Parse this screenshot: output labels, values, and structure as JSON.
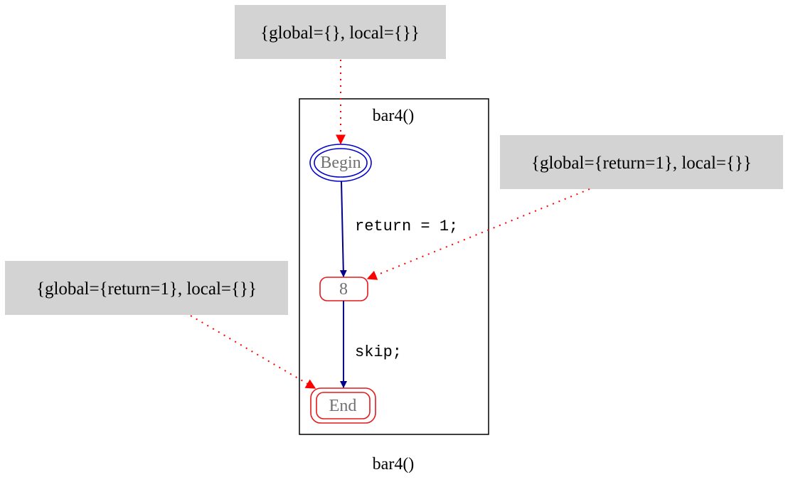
{
  "cluster": {
    "title": "bar4()"
  },
  "graph": {
    "label": "bar4()"
  },
  "nodes": {
    "begin": {
      "label": "Begin"
    },
    "n8": {
      "label": "8"
    },
    "end": {
      "label": "End"
    }
  },
  "edges": {
    "begin_to_8": {
      "label": "return = 1;"
    },
    "n8_to_end": {
      "label": "skip;"
    }
  },
  "annotations": {
    "begin_state": {
      "text": "{global={}, local={}}"
    },
    "n8_state": {
      "text": "{global={return=1}, local={}}"
    },
    "end_state": {
      "text": "{global={return=1}, local={}}"
    }
  },
  "colors": {
    "state_box": "#d3d3d3",
    "state_arrow": "#ff0000",
    "flow_edge": "#00008b",
    "begin_node": "#0000cd",
    "node_border": "#e31a1c",
    "node_text": "#707070",
    "cluster_border": "#000000"
  }
}
